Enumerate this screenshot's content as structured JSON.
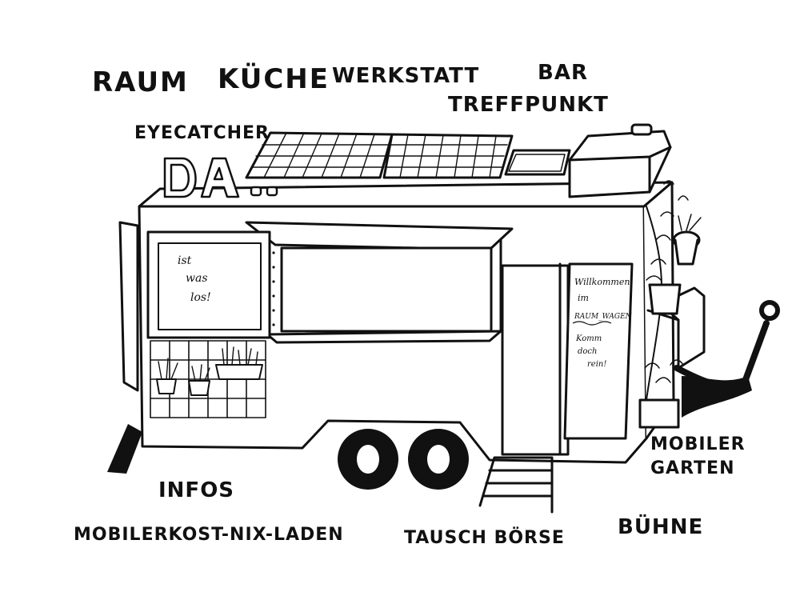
{
  "labels": {
    "raum": "RAUM",
    "kueche": "KÜCHE",
    "werkstatt": "WERKSTATT",
    "bar": "BAR",
    "treffpunkt": "TREFFPUNKT",
    "eyecatcher": "EYECATCHER",
    "infos": "INFOS",
    "kost_nix_laden": "MOBILERKOST-NIX-LADEN",
    "tauschboerse": "TAUSCH BÖRSE",
    "buehne": "BÜHNE",
    "mobiler": "MOBILER",
    "garten": "GARTEN"
  },
  "sign": {
    "letters": "DA",
    "dots": ".."
  },
  "board_left": {
    "line1": "ist",
    "line2": "was",
    "line3": "los!"
  },
  "board_door": {
    "line1": "Willkommen",
    "line2": "im",
    "line3": "RAUM_WAGEN",
    "line4": "Komm",
    "line5": "doch",
    "line6": "rein!"
  },
  "colors": {
    "ink": "#111111",
    "paper": "#ffffff"
  }
}
